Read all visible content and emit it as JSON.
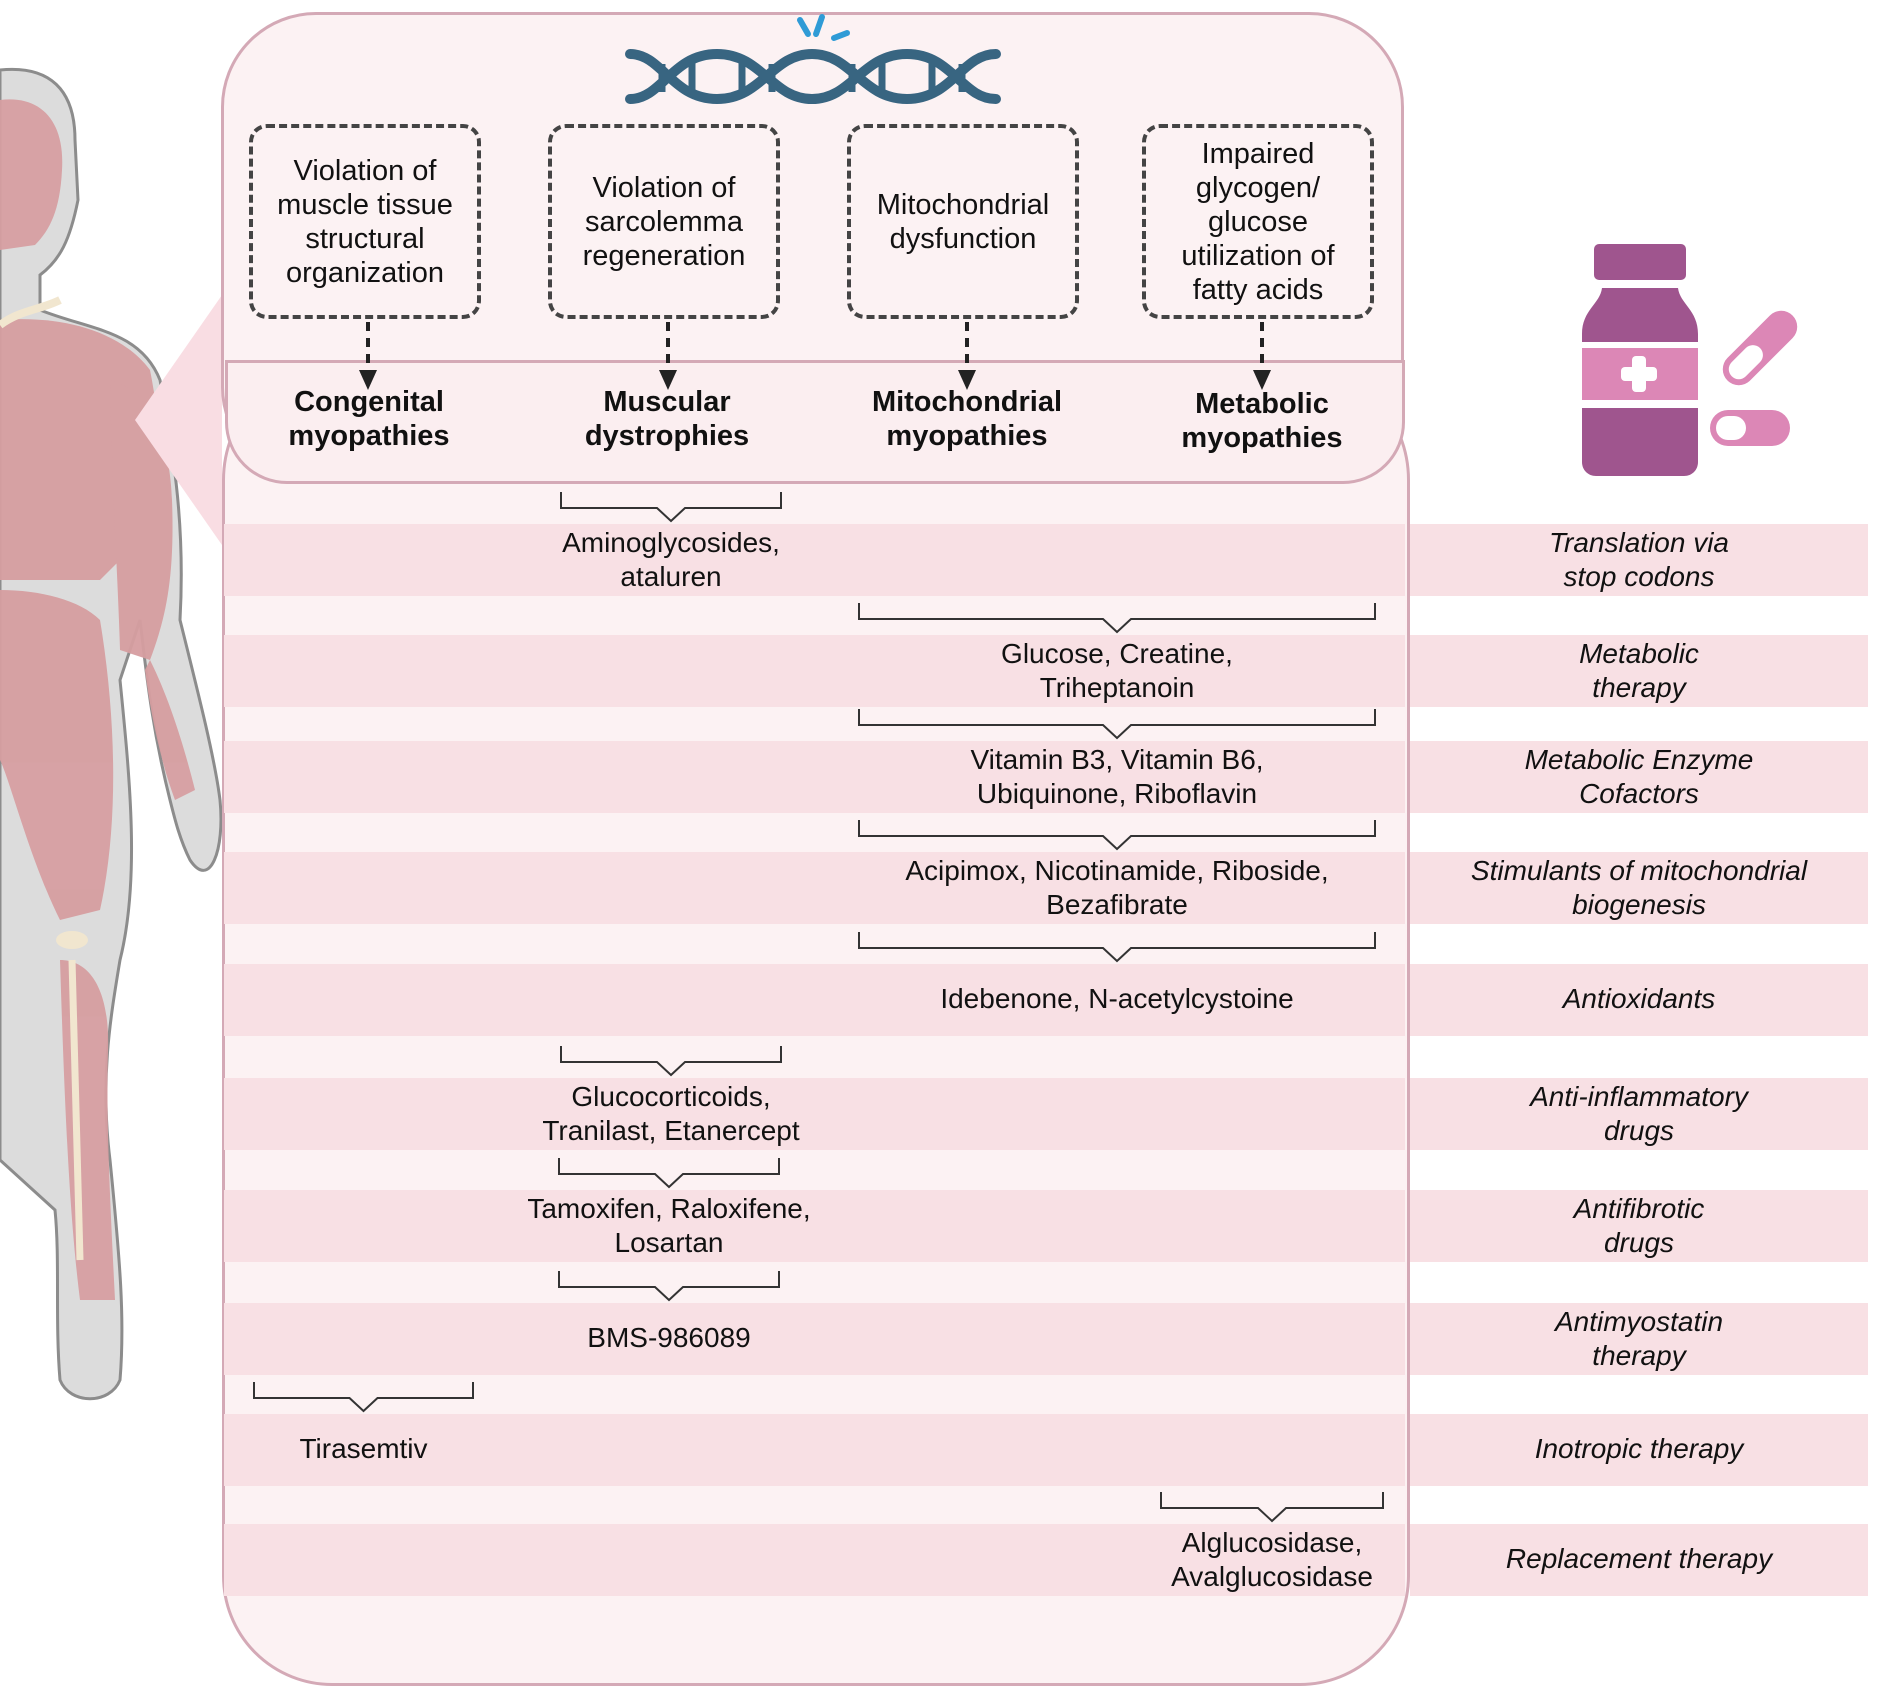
{
  "figure": {
    "human_icon": "human-muscle-anatomy-illustration",
    "dna_icon": "dna-mutation-icon",
    "medicine_icon": "medicine-bottle-and-pills-icon",
    "colors": {
      "box_fill": "#fcf2f3",
      "box_border": "#d4a9b6",
      "band_fill": "#f8e0e4",
      "dna": "#386581",
      "dna_spark": "#2f9bd6",
      "bottle_dark": "#9f558e",
      "bottle_light": "#dc87b6",
      "muscle": "#d9a0a2"
    }
  },
  "causes": [
    {
      "text": "Violation of muscle tissue structural organization"
    },
    {
      "text": "Violation of sarcolemma regeneration"
    },
    {
      "text": "Mitochondrial dysfunction"
    },
    {
      "text": "Impaired glycogen/ glucose utilization of fatty acids"
    }
  ],
  "categories": [
    {
      "line1": "Congenital",
      "line2": "myopathies"
    },
    {
      "line1": "Muscular",
      "line2": "dystrophies"
    },
    {
      "line1": "Mitochondrial",
      "line2": "myopathies"
    },
    {
      "line1": "Metabolic",
      "line2": "myopathies"
    }
  ],
  "therapies": [
    {
      "drugs_l1": "Aminoglycosides,",
      "drugs_l2": "ataluren",
      "mech_l1": "Translation via",
      "mech_l2": "stop codons"
    },
    {
      "drugs_l1": "Glucose, Creatine,",
      "drugs_l2": "Triheptanoin",
      "mech_l1": "Metabolic",
      "mech_l2": "therapy"
    },
    {
      "drugs_l1": "Vitamin B3, Vitamin B6,",
      "drugs_l2": "Ubiquinone, Riboflavin",
      "mech_l1": "Metabolic Enzyme",
      "mech_l2": "Cofactors"
    },
    {
      "drugs_l1": "Acipimox, Nicotinamide, Riboside,",
      "drugs_l2": "Bezafibrate",
      "mech_l1": "Stimulants of mitochondrial",
      "mech_l2": "biogenesis"
    },
    {
      "drugs_l1": "Idebenone, N-acetylcystoine",
      "drugs_l2": "",
      "mech_l1": "Antioxidants",
      "mech_l2": ""
    },
    {
      "drugs_l1": "Glucocorticoids,",
      "drugs_l2": "Tranilast, Etanercept",
      "mech_l1": "Anti-inflammatory",
      "mech_l2": "drugs"
    },
    {
      "drugs_l1": "Tamoxifen, Raloxifene,",
      "drugs_l2": "Losartan",
      "mech_l1": "Antifibrotic",
      "mech_l2": "drugs"
    },
    {
      "drugs_l1": "BMS-986089",
      "drugs_l2": "",
      "mech_l1": "Antimyostatin",
      "mech_l2": "therapy"
    },
    {
      "drugs_l1": "Tirasemtiv",
      "drugs_l2": "",
      "mech_l1": "Inotropic therapy",
      "mech_l2": ""
    },
    {
      "drugs_l1": "Alglucosidase,",
      "drugs_l2": "Avalglucosidase",
      "mech_l1": "Replacement therapy",
      "mech_l2": ""
    }
  ]
}
